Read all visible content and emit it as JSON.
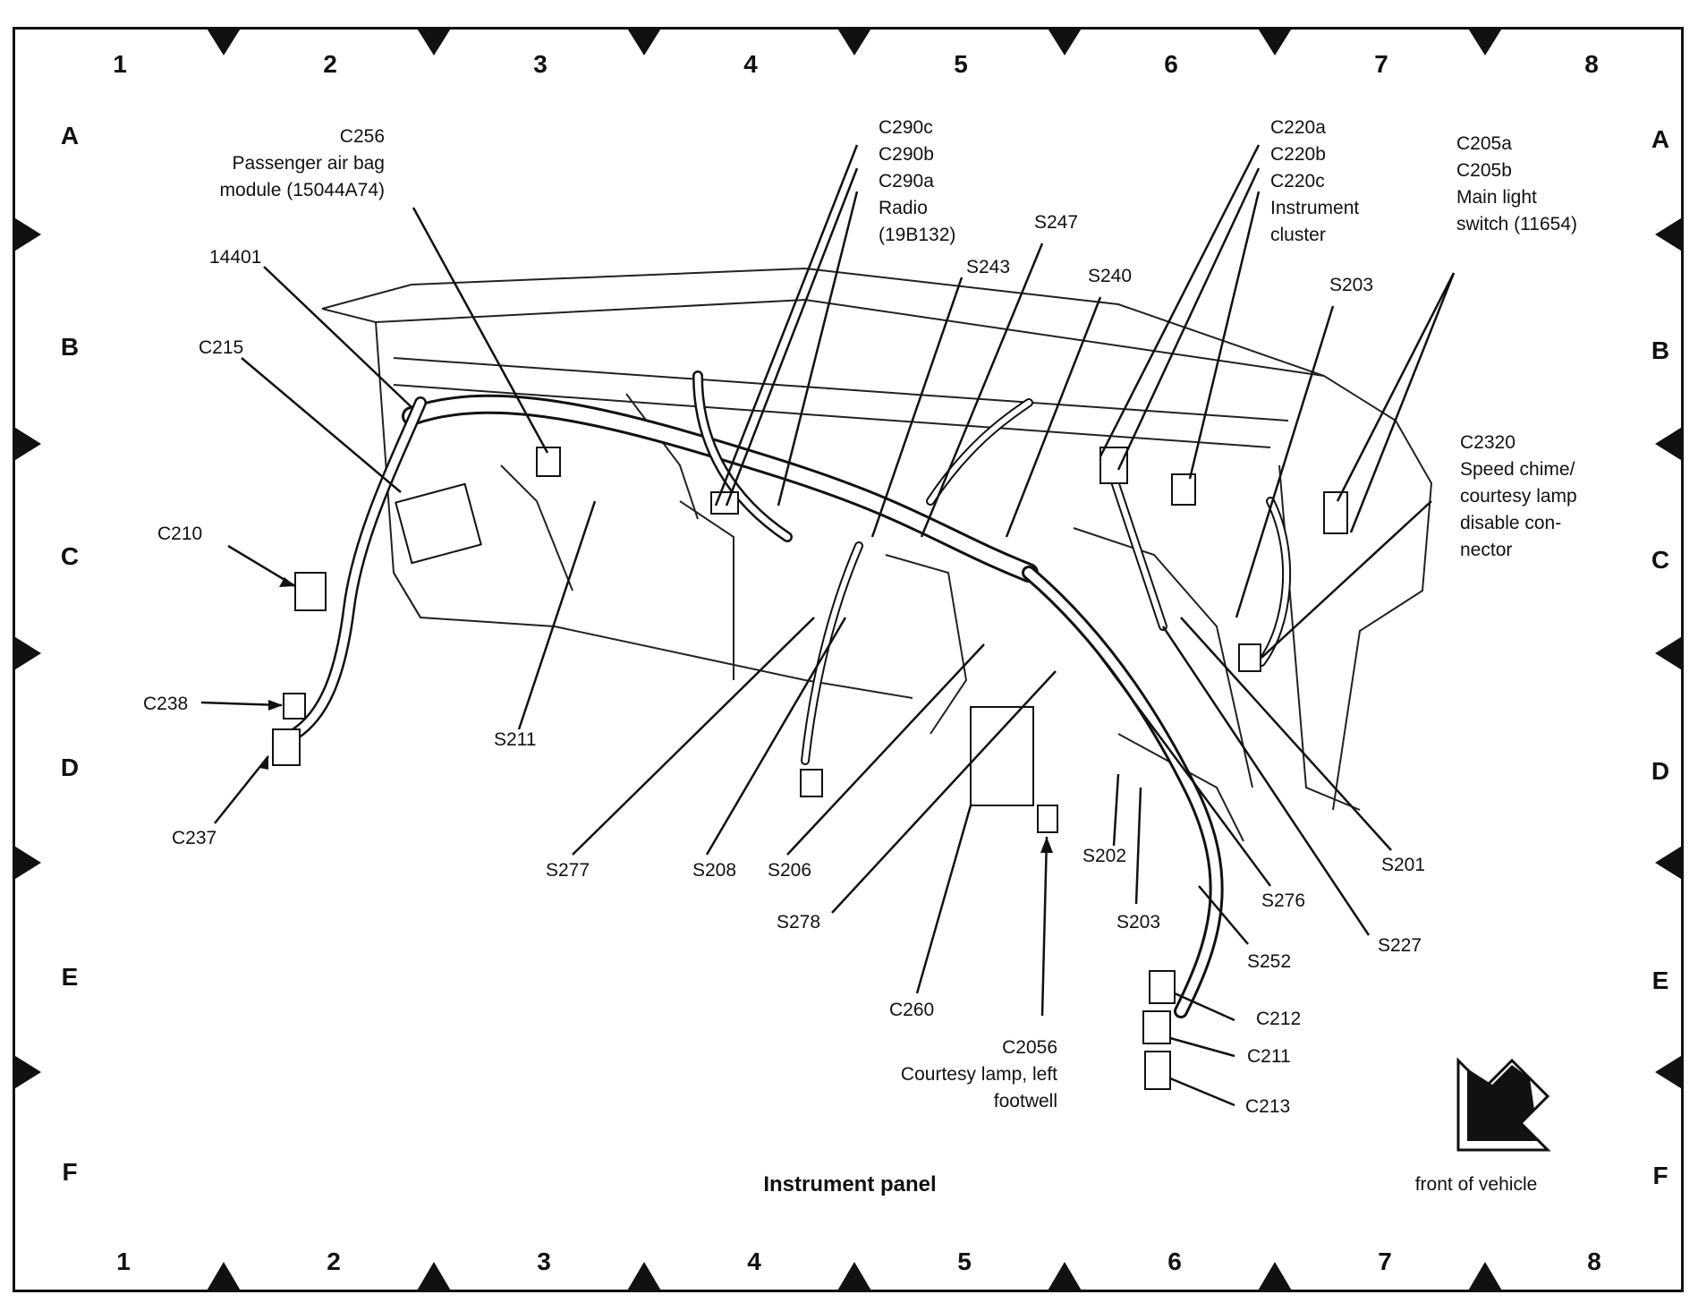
{
  "columns": [
    "1",
    "2",
    "3",
    "4",
    "5",
    "6",
    "7",
    "8"
  ],
  "rows": [
    "A",
    "B",
    "C",
    "D",
    "E",
    "F"
  ],
  "title": "Instrument panel",
  "front_label": "front of vehicle",
  "callouts": {
    "c256": [
      "C256",
      "Passenger air bag",
      "module (15044A74)"
    ],
    "c290": [
      "C290c",
      "C290b",
      "C290a",
      "Radio",
      "(19B132)"
    ],
    "c220": [
      "C220a",
      "C220b",
      "C220c",
      "Instrument",
      "cluster"
    ],
    "c205": [
      "C205a",
      "C205b",
      "Main light",
      "switch (11654)"
    ],
    "c14401": "14401",
    "c215": "C215",
    "s247": "S247",
    "s243": "S243",
    "s240": "S240",
    "s203_top": "S203",
    "c2320": [
      "C2320",
      "Speed chime/",
      "courtesy lamp",
      "disable con-",
      "nector"
    ],
    "c210": "C210",
    "c238": "C238",
    "c237": "C237",
    "s211": "S211",
    "s277": "S277",
    "s208": "S208",
    "s206": "S206",
    "s278": "S278",
    "s202": "S202",
    "s203_bottom": "S203",
    "s201": "S201",
    "s276": "S276",
    "s227": "S227",
    "s252": "S252",
    "c260": "C260",
    "c2056": [
      "C2056",
      "Courtesy lamp, left",
      "footwell"
    ],
    "c212": "C212",
    "c211": "C211",
    "c213": "C213"
  }
}
